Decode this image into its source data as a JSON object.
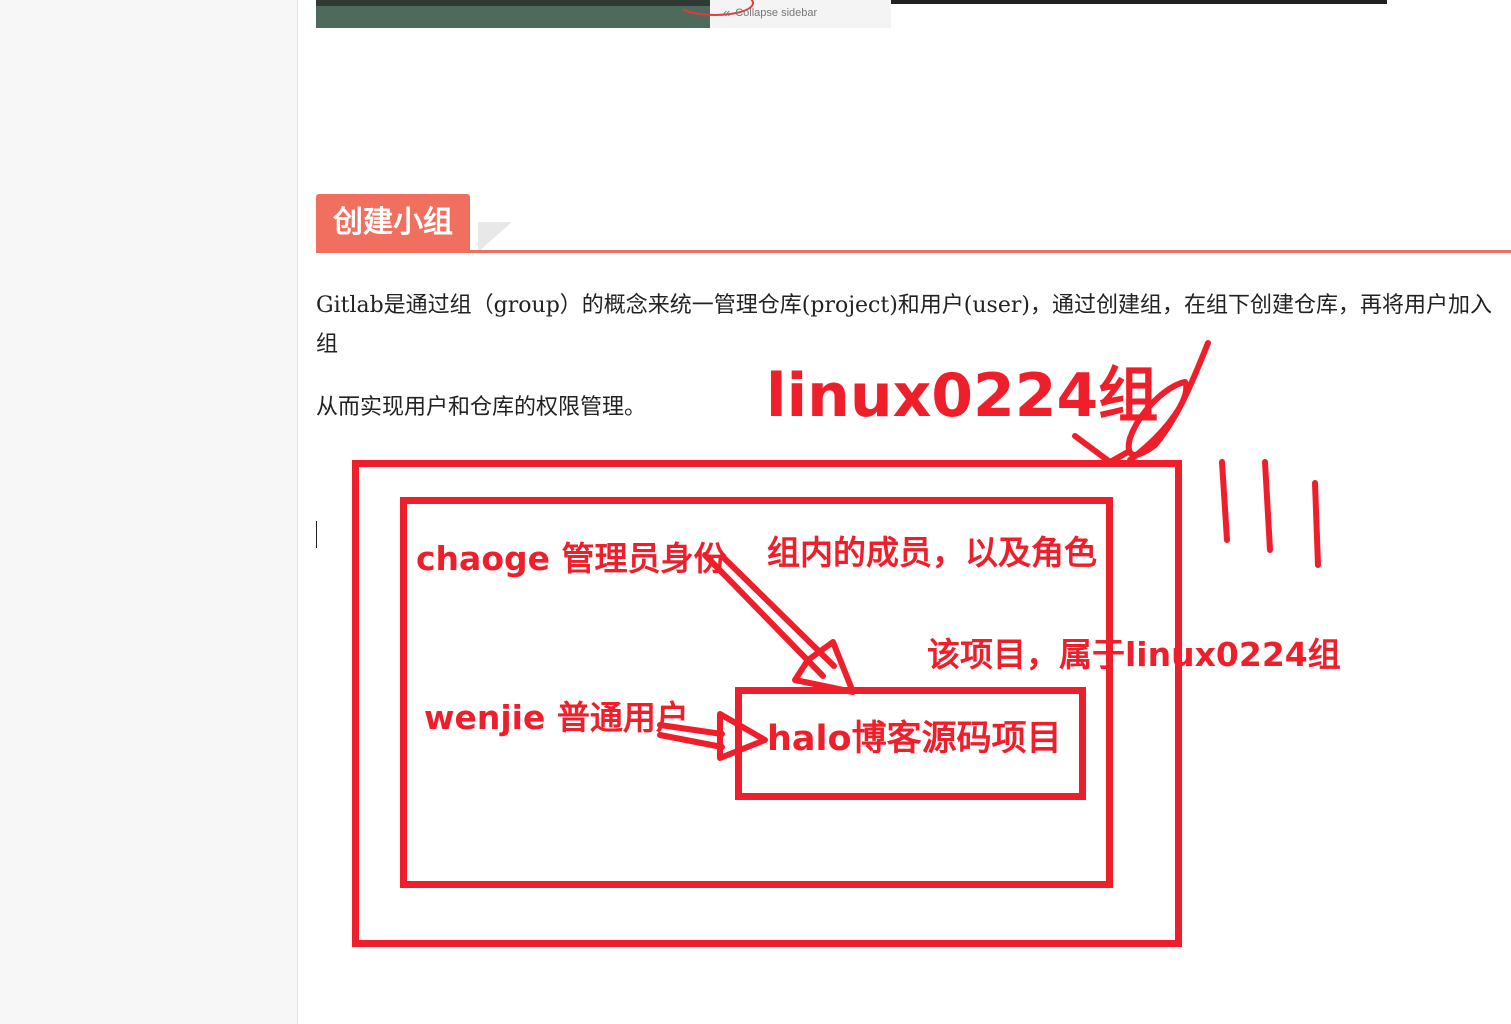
{
  "top_screenshot": {
    "collapse_label": "Collapse sidebar"
  },
  "heading": {
    "text": "创建小组"
  },
  "paragraphs": [
    "Gitlab是通过组（group）的概念来统一管理仓库(project)和用户(user)，通过创建组，在组下创建仓库，再将用户加入组",
    "从而实现用户和仓库的权限管理。"
  ],
  "annotations": {
    "group_title": "linux0224组",
    "admin_user": "chaoge 管理员身份",
    "members_note": "组内的成员，以及角色",
    "project_belongs": "该项目，属于linux0224组",
    "normal_user": "wenjie 普通用户",
    "project_name": "halo博客源码项目"
  },
  "colors": {
    "annotation_red": "#ee1f2a",
    "heading_bg": "#f16f5e",
    "sidebar_bg": "#f7f7f7"
  }
}
